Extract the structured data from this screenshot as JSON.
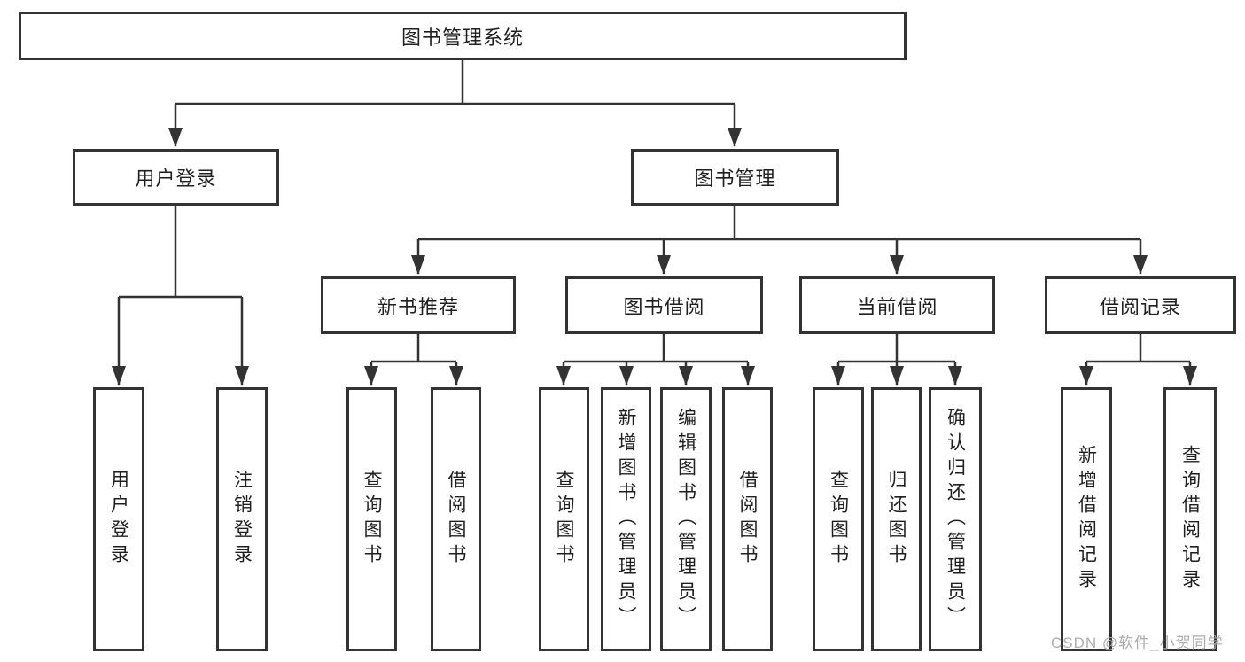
{
  "diagram": {
    "root_label": "图书管理系统",
    "level2": [
      "用户登录",
      "图书管理"
    ],
    "level3": [
      "新书推荐",
      "图书借阅",
      "当前借阅",
      "借阅记录"
    ],
    "leaves": {
      "user_login": [
        "用户登录",
        "注销登录"
      ],
      "new_book": [
        "查询图书",
        "借阅图书"
      ],
      "book_borrow": [
        "查询图书",
        "新增图书（管理员）",
        "编辑图书（管理员）",
        "借阅图书"
      ],
      "current_borrow": [
        "查询图书",
        "归还图书",
        "确认归还（管理员）"
      ],
      "borrow_records": [
        "新增借阅记录",
        "查询借阅记录"
      ]
    },
    "line_color": "#333333",
    "box_background": "#ffffff"
  },
  "watermark": {
    "text": "CSDN @软件_小贺同学"
  }
}
